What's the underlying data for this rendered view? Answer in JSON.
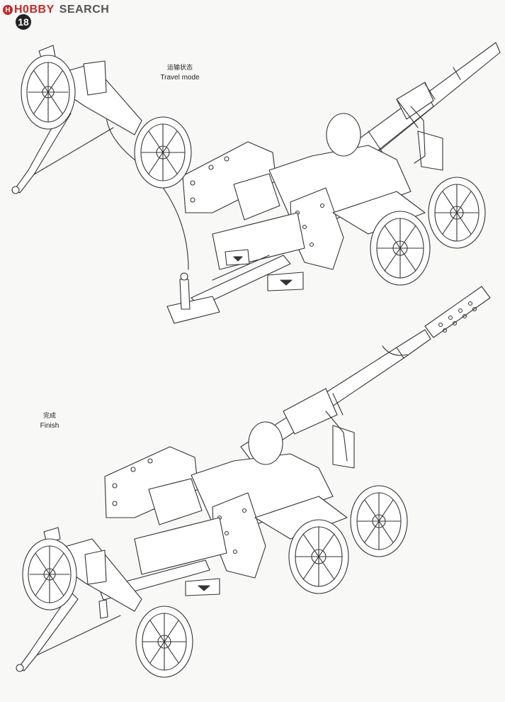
{
  "watermark": {
    "brand_red": "H0BBY",
    "brand_gray": "SEARCH",
    "brand_color": "#c62828"
  },
  "step_number": "18",
  "travel_label": {
    "zh": "运输状态",
    "en": "Travel mode"
  },
  "finish_label": {
    "zh": "完成",
    "en": "Finish"
  }
}
